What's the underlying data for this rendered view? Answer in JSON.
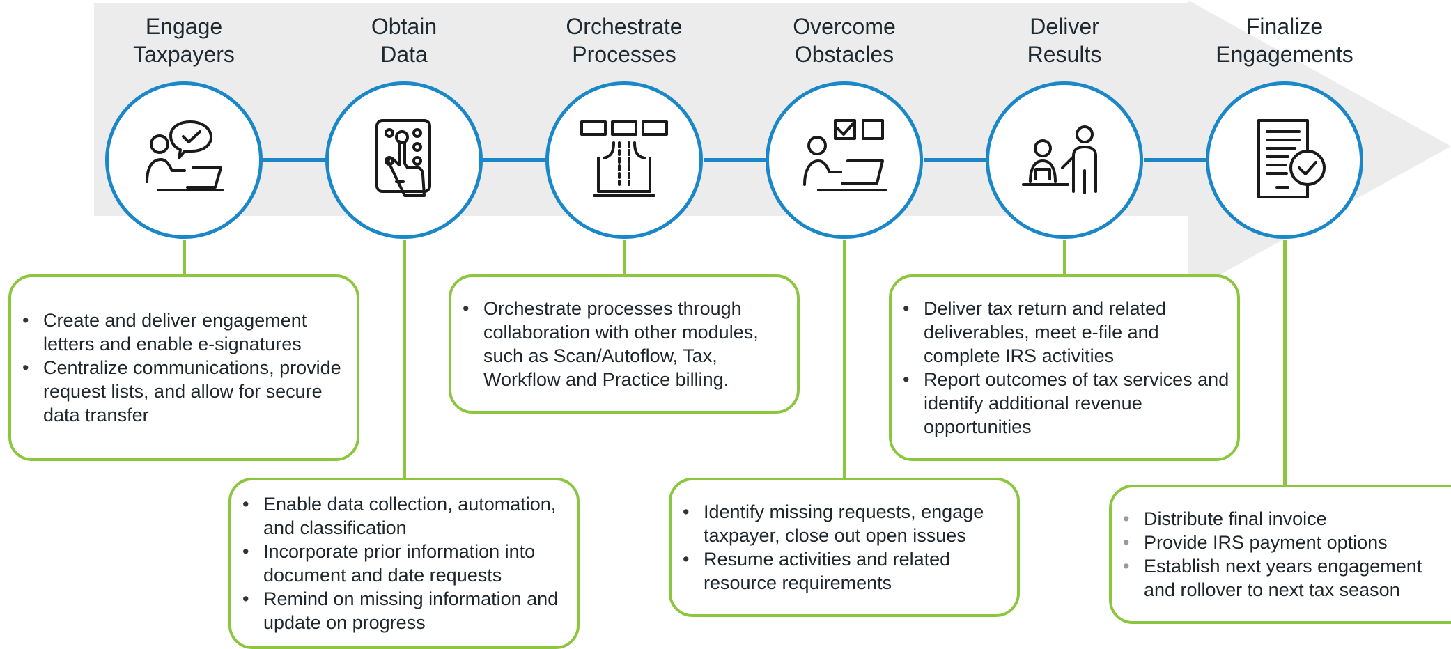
{
  "steps": [
    {
      "title": "Engage\nTaxpayers",
      "icon": "person-chat-laptop-icon",
      "bullets": [
        "Create and deliver engagement letters and enable e-signatures",
        "Centralize communications, provide request lists, and allow for secure data transfer"
      ]
    },
    {
      "title": "Obtain\nData",
      "icon": "tablet-touch-icon",
      "bullets": [
        "Enable data collection, automation, and classification",
        "Incorporate prior information into document and date requests",
        "Remind on missing information and update on progress"
      ]
    },
    {
      "title": "Orchestrate\nProcesses",
      "icon": "modules-merge-icon",
      "bullets": [
        "Orchestrate processes through collaboration with other modules, such as Scan/Autoflow, Tax, Workflow and Practice billing."
      ]
    },
    {
      "title": "Overcome\nObstacles",
      "icon": "person-checkbox-laptop-icon",
      "bullets": [
        "Identify missing requests, engage taxpayer, close out open issues",
        "Resume activities and related resource requirements"
      ]
    },
    {
      "title": "Deliver\nResults",
      "icon": "meeting-people-icon",
      "bullets": [
        "Deliver tax return and related deliverables, meet e-file and complete IRS activities",
        "Report outcomes of tax services and identify additional revenue opportunities"
      ]
    },
    {
      "title": "Finalize\nEngagements",
      "icon": "document-check-icon",
      "bullets": [
        "Distribute final invoice",
        "Provide IRS payment options",
        "Establish next years engagement and rollover to next tax season"
      ]
    }
  ],
  "colors": {
    "circle": "#1a87c9",
    "box": "#8cc63f",
    "band": "#ececec"
  }
}
